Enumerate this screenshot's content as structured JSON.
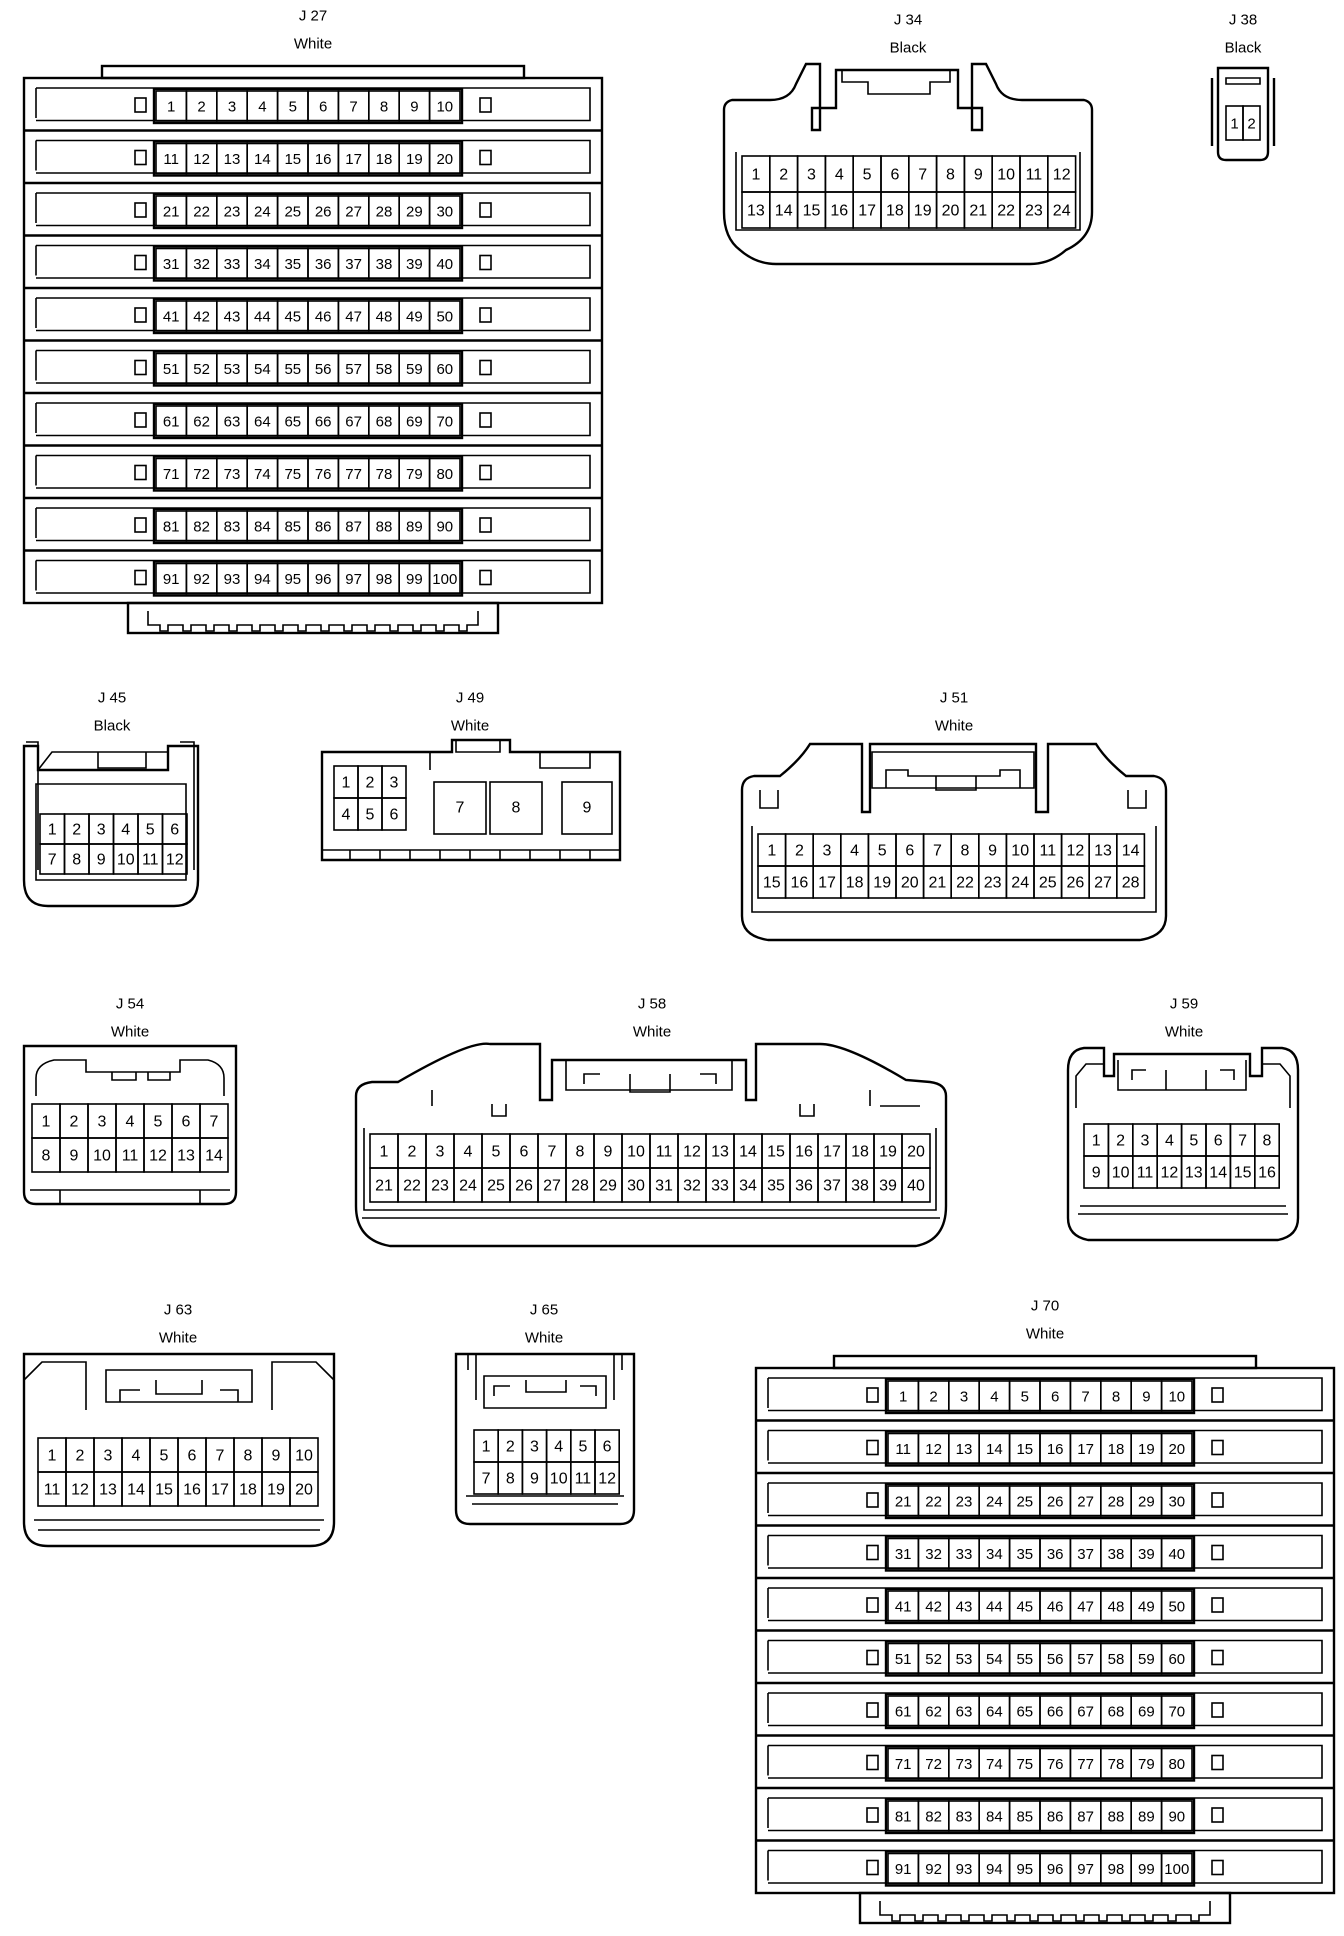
{
  "connectors": [
    {
      "id": "J 27",
      "color": "White",
      "pins": 100
    },
    {
      "id": "J 34",
      "color": "Black",
      "pins": 24
    },
    {
      "id": "J 38",
      "color": "Black",
      "pins": 2
    },
    {
      "id": "J 45",
      "color": "Black",
      "pins": 12
    },
    {
      "id": "J 49",
      "color": "White",
      "pins": 9
    },
    {
      "id": "J 51",
      "color": "White",
      "pins": 28
    },
    {
      "id": "J 54",
      "color": "White",
      "pins": 14
    },
    {
      "id": "J 58",
      "color": "White",
      "pins": 40
    },
    {
      "id": "J 59",
      "color": "White",
      "pins": 16
    },
    {
      "id": "J 63",
      "color": "White",
      "pins": 20
    },
    {
      "id": "J 65",
      "color": "White",
      "pins": 12
    },
    {
      "id": "J 70",
      "color": "White",
      "pins": 100
    }
  ]
}
